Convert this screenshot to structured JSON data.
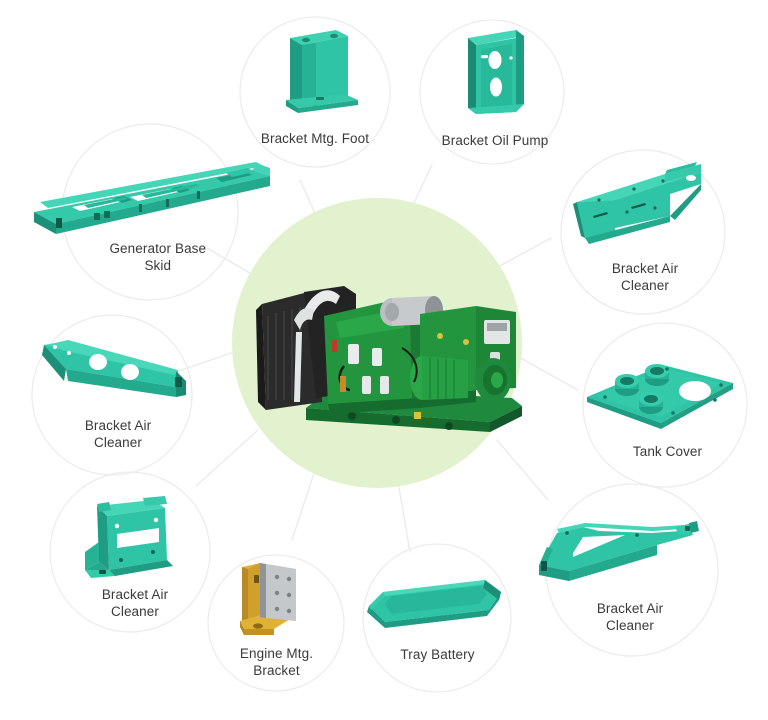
{
  "diagram": {
    "type": "hub-and-spoke-parts-diagram",
    "background_color": "#ffffff",
    "hub": {
      "name": "generator-set",
      "circle_color": "#e3f2ce",
      "product_colors": {
        "body_green": "#1f8a3e",
        "body_green_dark": "#14692d",
        "black": "#2b2b2b",
        "silver": "#b9bcbe"
      }
    },
    "circle_outline_color": "#ebebeb",
    "connector_color": "#ebebeb",
    "label_color": "#3a3a3a",
    "part_color_teal": "#2ec4a5",
    "part_color_teal_dark": "#1f9c84",
    "part_color_gold": "#d6a62b"
  },
  "nodes": [
    {
      "id": "bracket-mtg-foot",
      "label": "Bracket Mtg. Foot",
      "icon": "bracket-mtg-foot-part",
      "color": "#2ec4a5"
    },
    {
      "id": "bracket-oil-pump",
      "label": "Bracket Oil Pump",
      "icon": "bracket-oil-pump-part",
      "color": "#2ec4a5"
    },
    {
      "id": "generator-base-skid",
      "label": "Generator Base\nSkid",
      "icon": "generator-base-skid-part",
      "color": "#2ec4a5"
    },
    {
      "id": "bracket-air-cleaner-right-top",
      "label": "Bracket Air\nCleaner",
      "icon": "bracket-air-cleaner-angle-part",
      "color": "#2ec4a5"
    },
    {
      "id": "bracket-air-cleaner-left-mid",
      "label": "Bracket Air\nCleaner",
      "icon": "bracket-air-cleaner-wedge-part",
      "color": "#2ec4a5"
    },
    {
      "id": "tank-cover",
      "label": "Tank Cover",
      "icon": "tank-cover-part",
      "color": "#2ec4a5"
    },
    {
      "id": "bracket-air-cleaner-left-bottom",
      "label": "Bracket Air\nCleaner",
      "icon": "bracket-air-cleaner-box-part",
      "color": "#2ec4a5"
    },
    {
      "id": "bracket-air-cleaner-right-bottom",
      "label": "Bracket Air\nCleaner",
      "icon": "bracket-air-cleaner-long-part",
      "color": "#2ec4a5"
    },
    {
      "id": "engine-mtg-bracket",
      "label": "Engine Mtg.\nBracket",
      "icon": "engine-mtg-bracket-part",
      "color": "#d6a62b"
    },
    {
      "id": "tray-battery",
      "label": "Tray Battery",
      "icon": "tray-battery-part",
      "color": "#2ec4a5"
    }
  ]
}
